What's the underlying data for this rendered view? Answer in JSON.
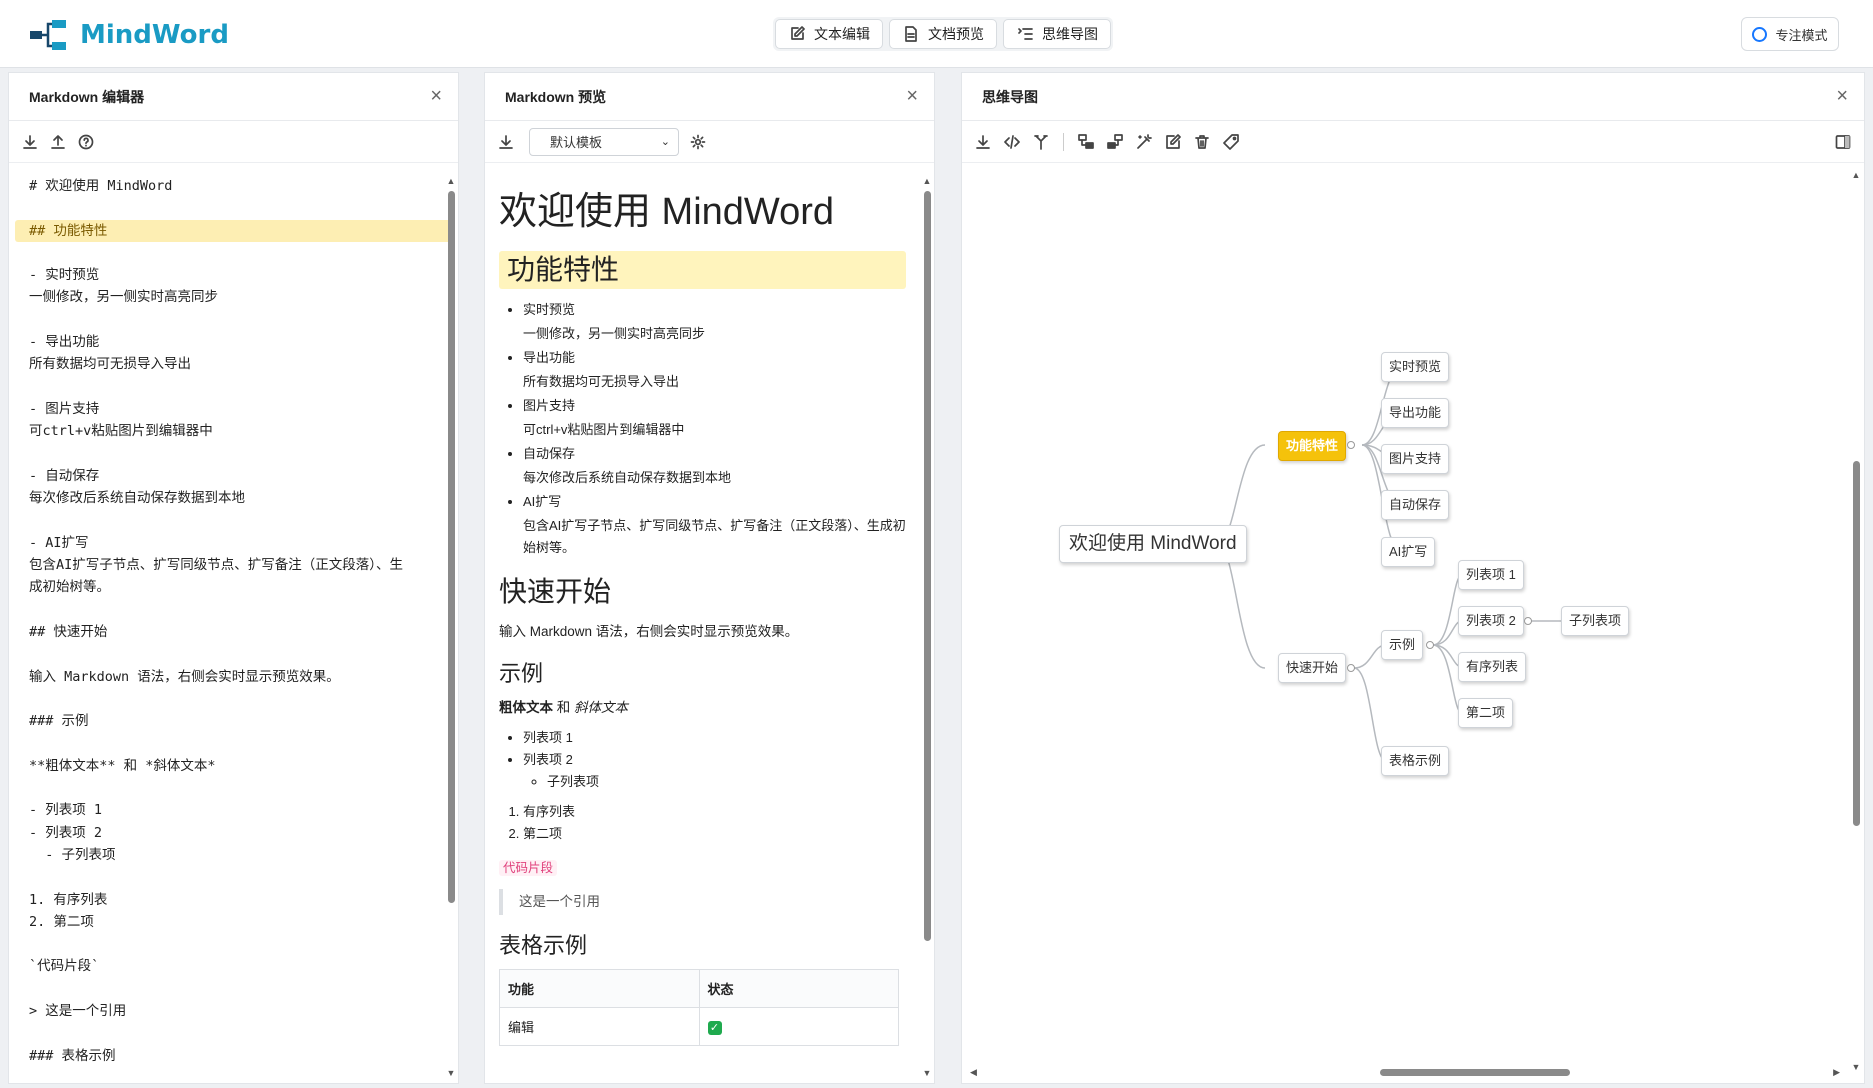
{
  "app": {
    "name": "MindWord"
  },
  "modes": [
    {
      "label": "文本编辑",
      "icon": "edit-icon"
    },
    {
      "label": "文档预览",
      "icon": "document-icon"
    },
    {
      "label": "思维导图",
      "icon": "outline-icon"
    }
  ],
  "focus_mode_label": "专注模式",
  "editor": {
    "title": "Markdown 编辑器",
    "lines": [
      "# 欢迎使用 MindWord",
      "",
      "## 功能特性",
      "",
      "- 实时预览",
      "一侧修改，另一侧实时高亮同步",
      "",
      "- 导出功能",
      "所有数据均可无损导入导出",
      "",
      "- 图片支持",
      "可ctrl+v粘贴图片到编辑器中",
      "",
      "- 自动保存",
      "每次修改后系统自动保存数据到本地",
      "",
      "- AI扩写",
      "包含AI扩写子节点、扩写同级节点、扩写备注（正文段落）、生",
      "成初始树等。",
      "",
      "## 快速开始",
      "",
      "输入 Markdown 语法，右侧会实时显示预览效果。",
      "",
      "### 示例",
      "",
      "**粗体文本** 和 *斜体文本*",
      "",
      "- 列表项 1",
      "- 列表项 2",
      "  - 子列表项",
      "",
      "1. 有序列表",
      "2. 第二项",
      "",
      "`代码片段`",
      "",
      "> 这是一个引用",
      "",
      "### 表格示例"
    ]
  },
  "preview": {
    "title": "Markdown 预览",
    "template": "默认模板",
    "h1": "欢迎使用 MindWord",
    "features_heading": "功能特性",
    "features": [
      {
        "title": "实时预览",
        "desc": "一侧修改，另一侧实时高亮同步"
      },
      {
        "title": "导出功能",
        "desc": "所有数据均可无损导入导出"
      },
      {
        "title": "图片支持",
        "desc": "可ctrl+v粘贴图片到编辑器中"
      },
      {
        "title": "自动保存",
        "desc": "每次修改后系统自动保存数据到本地"
      },
      {
        "title": "AI扩写",
        "desc": "包含AI扩写子节点、扩写同级节点、扩写备注（正文段落）、生成初始树等。"
      }
    ],
    "quickstart_heading": "快速开始",
    "quickstart_text": "输入 Markdown 语法，右侧会实时显示预览效果。",
    "example_heading": "示例",
    "bold_text": "粗体文本",
    "and_text": "和",
    "italic_text": "斜体文本",
    "list_items": [
      "列表项 1",
      "列表项 2"
    ],
    "sub_item": "子列表项",
    "ordered": [
      "有序列表",
      "第二项"
    ],
    "code": "代码片段",
    "quote": "这是一个引用",
    "table_heading": "表格示例",
    "table_headers": [
      "功能",
      "状态"
    ],
    "table_rows": [
      [
        "编辑",
        "✓"
      ]
    ]
  },
  "mindmap": {
    "title": "思维导图",
    "root": "欢迎使用 MindWord",
    "features": "功能特性",
    "feature_children": [
      "实时预览",
      "导出功能",
      "图片支持",
      "自动保存",
      "AI扩写"
    ],
    "quickstart": "快速开始",
    "example": "示例",
    "example_children": [
      "列表项 1",
      "列表项 2",
      "有序列表",
      "第二项"
    ],
    "sub_item": "子列表项",
    "table_example": "表格示例"
  }
}
